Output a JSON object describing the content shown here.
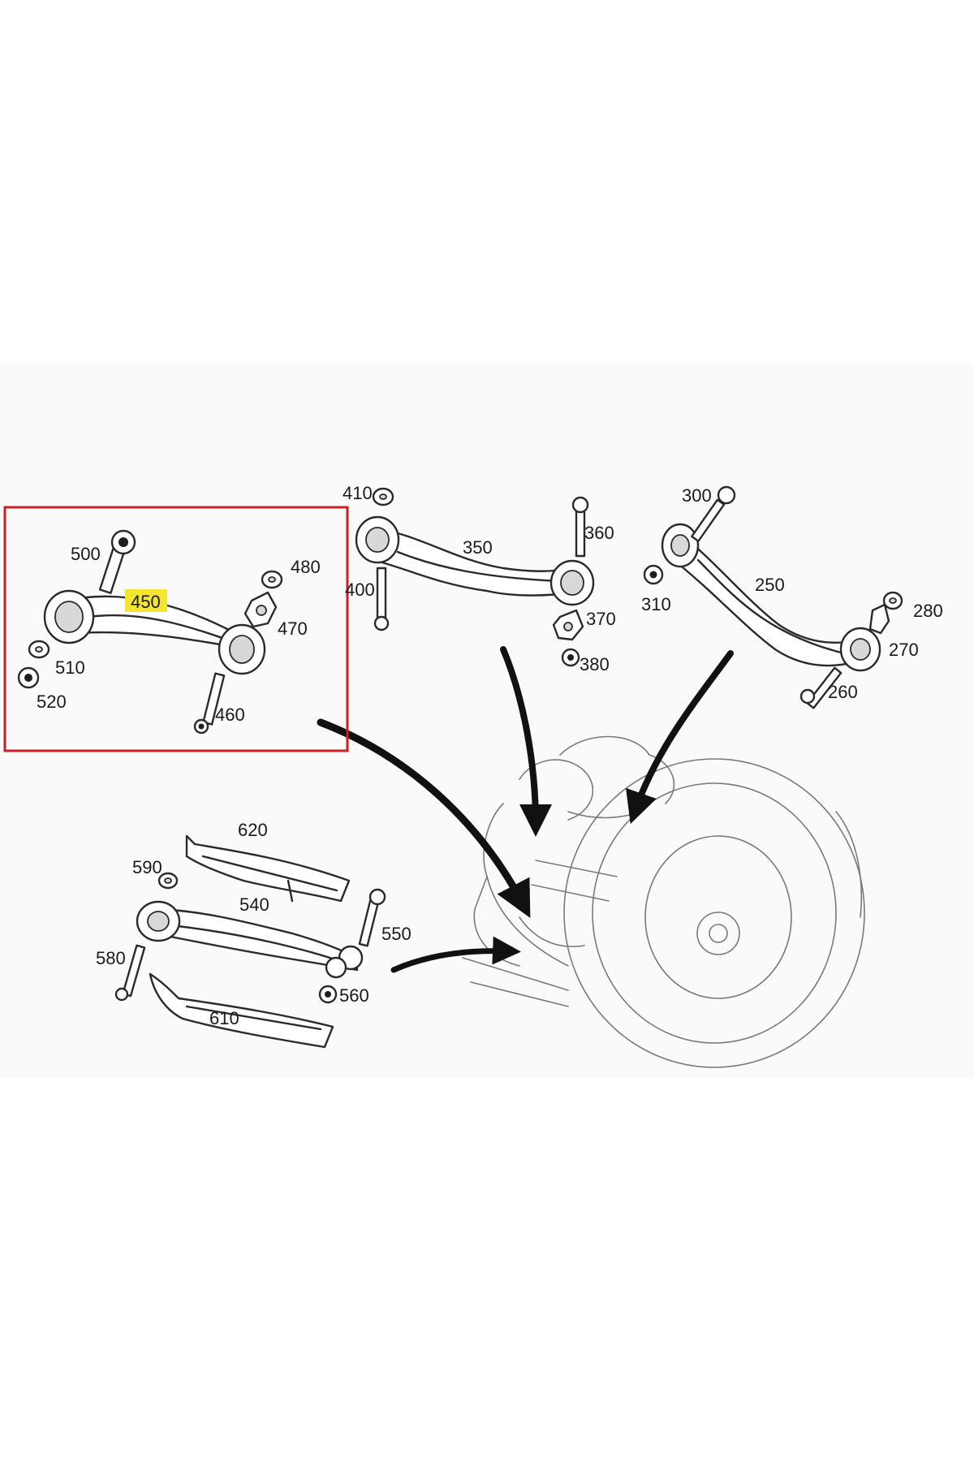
{
  "diagram": {
    "colors": {
      "background": "#ffffff",
      "diagram_area": "#fafafa",
      "line": "#2a2a2a",
      "highlight_box": "#cc1f24",
      "highlight_label": "#f3e530",
      "arrow": "#111111"
    },
    "highlighted_part": "450",
    "part_labels": {
      "p250": "250",
      "p260": "260",
      "p270": "270",
      "p280": "280",
      "p300": "300",
      "p310": "310",
      "p350": "350",
      "p360": "360",
      "p370": "370",
      "p380": "380",
      "p400": "400",
      "p410": "410",
      "p450": "450",
      "p460": "460",
      "p470": "470",
      "p480": "480",
      "p500": "500",
      "p510": "510",
      "p520": "520",
      "p540": "540",
      "p550": "550",
      "p560": "560",
      "p580": "580",
      "p590": "590",
      "p610": "610",
      "p620": "620"
    }
  }
}
